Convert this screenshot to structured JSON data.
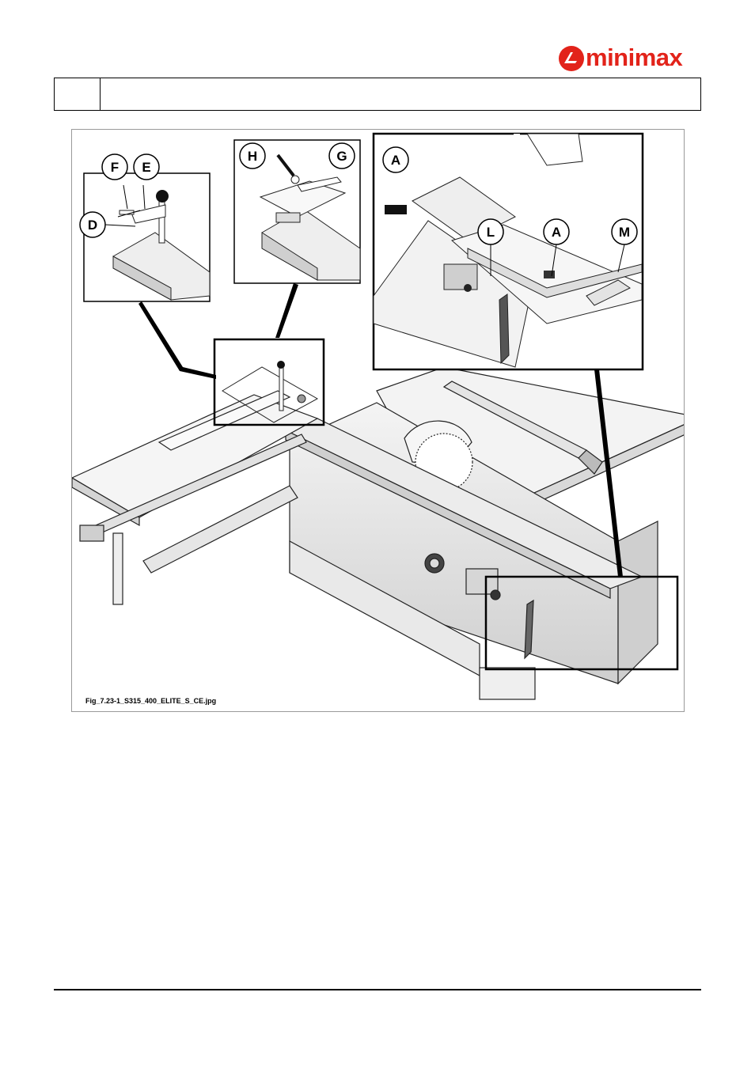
{
  "brand": {
    "name": "minimax",
    "color": "#e2231a",
    "icon": "minimax-logo-icon"
  },
  "header": {
    "section_number": "",
    "section_title": ""
  },
  "figure": {
    "caption": "Fig_7.23-1_S315_400_ELITE_S_CE.jpg",
    "callouts": {
      "F": "F",
      "E": "E",
      "D": "D",
      "H": "H",
      "G": "G",
      "A1": "A",
      "L": "L",
      "A2": "A",
      "M": "M"
    }
  }
}
